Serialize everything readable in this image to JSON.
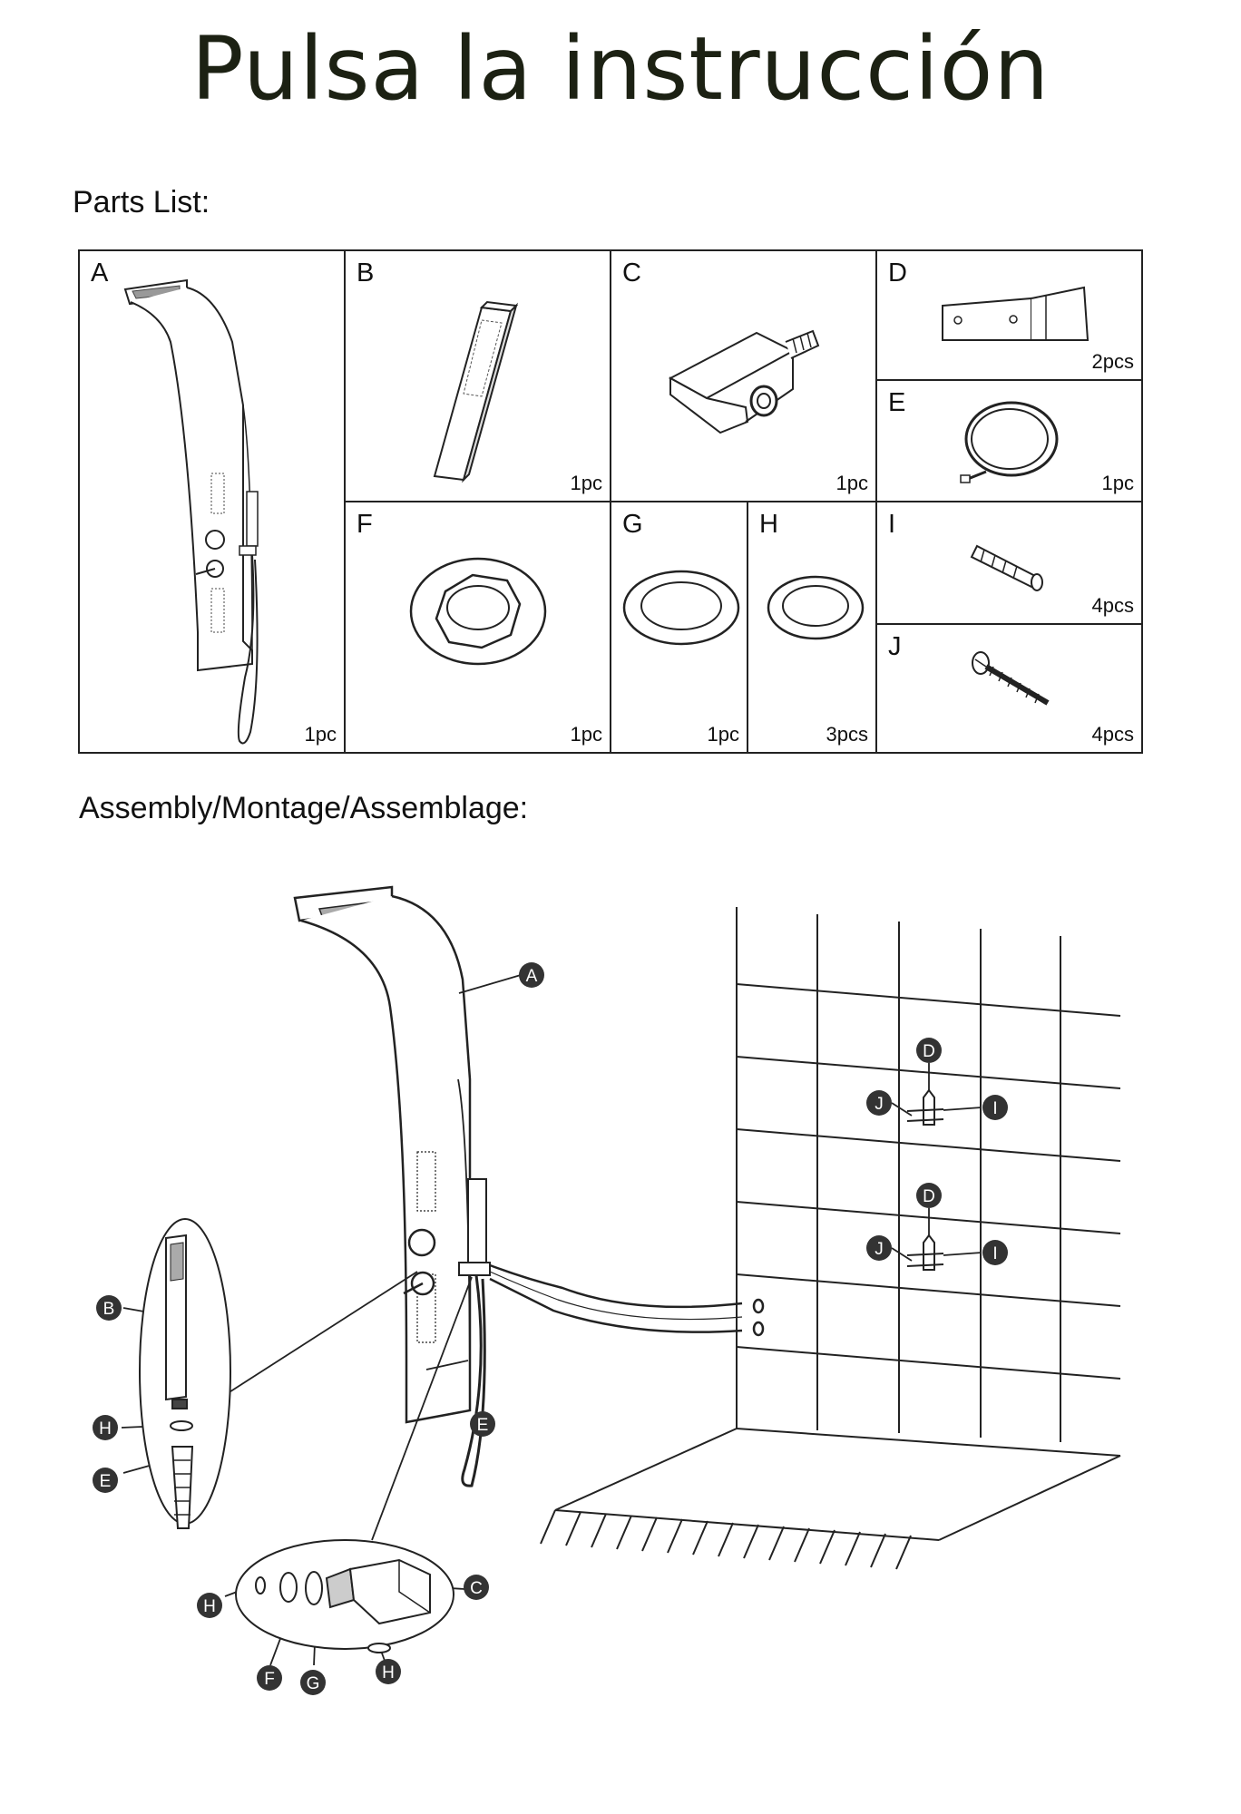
{
  "title": "Pulsa la instrucción",
  "parts_list": {
    "heading": "Parts List:",
    "parts": [
      {
        "letter": "A",
        "qty": "1pc"
      },
      {
        "letter": "B",
        "qty": "1pc"
      },
      {
        "letter": "C",
        "qty": "1pc"
      },
      {
        "letter": "D",
        "qty": "2pcs"
      },
      {
        "letter": "E",
        "qty": "1pc"
      },
      {
        "letter": "F",
        "qty": "1pc"
      },
      {
        "letter": "G",
        "qty": "1pc"
      },
      {
        "letter": "H",
        "qty": "3pcs"
      },
      {
        "letter": "I",
        "qty": "4pcs"
      },
      {
        "letter": "J",
        "qty": "4pcs"
      }
    ]
  },
  "assembly": {
    "heading": "Assembly/Montage/Assemblage:",
    "callouts": {
      "A": "A",
      "B": "B",
      "C": "C",
      "D": "D",
      "E": "E",
      "F": "F",
      "G": "G",
      "H": "H",
      "I": "I",
      "J": "J"
    }
  }
}
